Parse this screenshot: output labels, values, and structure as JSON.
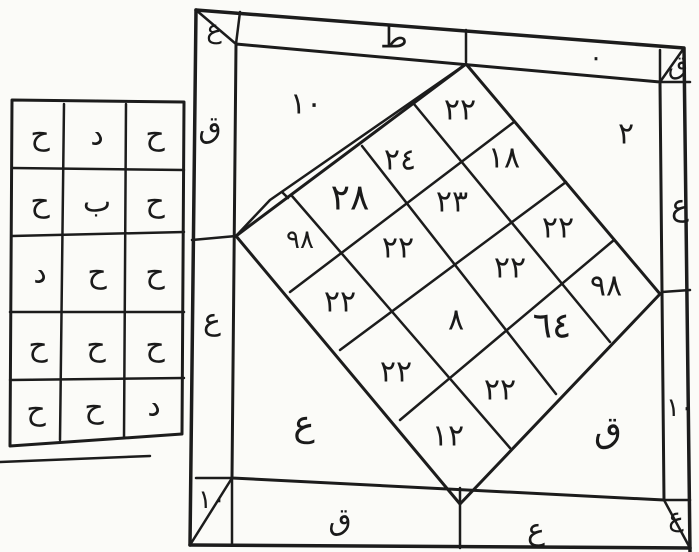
{
  "left_grid": {
    "rows": [
      [
        "ح",
        "د",
        "ح"
      ],
      [
        "ح",
        "ب",
        "ح"
      ],
      [
        "د",
        "ح",
        "ح"
      ],
      [
        "ح",
        "ح",
        "ح"
      ],
      [
        "ح",
        "ح",
        "د"
      ]
    ]
  },
  "frame": {
    "corners": {
      "top_left": "ع",
      "top_right": "ق",
      "bottom_left": "١٠",
      "bottom_right": "ع"
    },
    "top": [
      "ط",
      "٠"
    ],
    "bottom": [
      "ق",
      "ع"
    ],
    "left": [
      "ق",
      "ع"
    ],
    "right": [
      "ع",
      "١٠"
    ]
  },
  "outer_triangles": {
    "top": "١٠",
    "right": "٢",
    "bottom_left": "ع",
    "bottom_right": "ق"
  },
  "magic_square": {
    "rows": [
      [
        "٩٨",
        "٢٨",
        "٢٤",
        "٢٢"
      ],
      [
        "٢٢",
        "٢٢",
        "٢٣",
        "١٨"
      ],
      [
        "٢٢",
        "٨",
        "٢٢",
        "٢٢"
      ],
      [
        "١٢",
        "٢٢",
        "٦٤",
        "٩٨"
      ]
    ]
  }
}
